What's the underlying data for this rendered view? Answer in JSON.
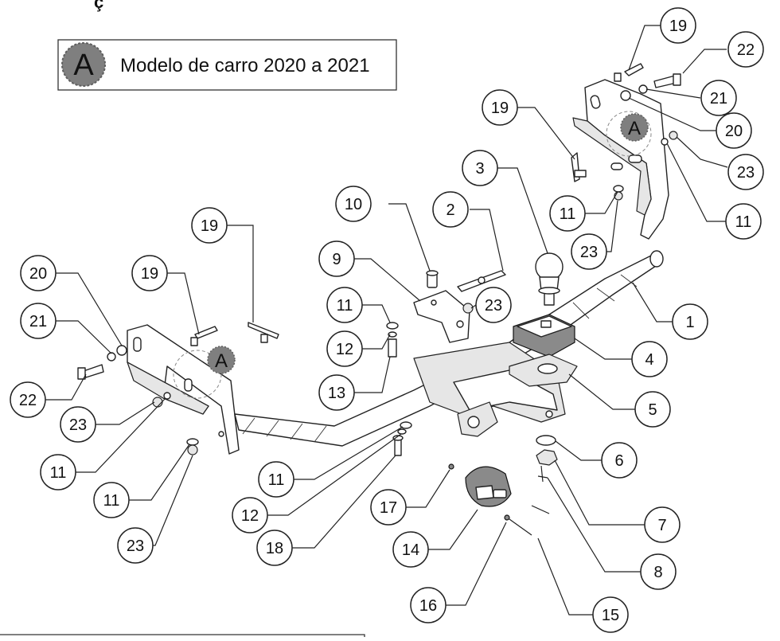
{
  "header_fragment": "ç",
  "legend": {
    "badge_letter": "A",
    "text": "Modelo de carro 2020 a 2021"
  },
  "markers": [
    "A",
    "A"
  ],
  "callouts": [
    "19",
    "22",
    "21",
    "20",
    "23",
    "11",
    "3",
    "19",
    "11",
    "23",
    "2",
    "10",
    "9",
    "11",
    "12",
    "13",
    "23",
    "1",
    "4",
    "5",
    "19",
    "19",
    "20",
    "21",
    "22",
    "23",
    "11",
    "11",
    "23",
    "11",
    "12",
    "18",
    "17",
    "14",
    "6",
    "7",
    "8",
    "16",
    "15"
  ],
  "colors": {
    "badge": "#7f7f7f",
    "badge_border": "#5f5f5f",
    "line": "#222222",
    "paper": "#ffffff"
  }
}
